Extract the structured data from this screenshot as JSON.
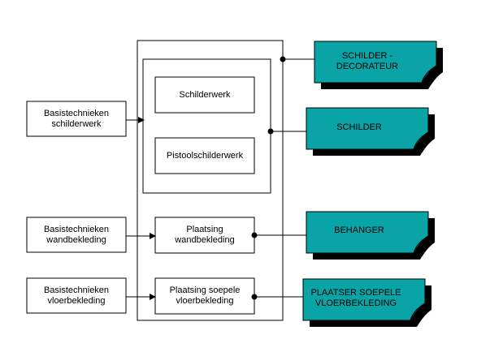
{
  "colors": {
    "line": "#000000",
    "box_fill": "#ffffff",
    "note_fill": "#0aa3a6",
    "note_shadow": "#000000"
  },
  "diagram": {
    "left_boxes": [
      {
        "id": "basis-schilderwerk",
        "label": "Basistechnieken\nschilderwerk"
      },
      {
        "id": "basis-wandbekleding",
        "label": "Basistechnieken\nwandbekleding"
      },
      {
        "id": "basis-vloerbekleding",
        "label": "Basistechnieken\nvloerbekleding"
      }
    ],
    "modules": [
      {
        "id": "schilderwerk",
        "label": "Schilderwerk"
      },
      {
        "id": "pistoolschilderwerk",
        "label": "Pistoolschilderwerk"
      },
      {
        "id": "plaatsing-wandbekleding",
        "label": "Plaatsing\nwandbekleding"
      },
      {
        "id": "plaatsing-vloerbekleding",
        "label": "Plaatsing soepele\nvloerbekleding"
      }
    ],
    "outcomes": [
      {
        "id": "schilder-decorateur",
        "label": "SCHILDER -\nDECORATEUR"
      },
      {
        "id": "schilder",
        "label": "SCHILDER"
      },
      {
        "id": "behanger",
        "label": "BEHANGER"
      },
      {
        "id": "plaatser",
        "label": "PLAATSER SOEPELE\nVLOERBEKLEDING"
      }
    ]
  }
}
